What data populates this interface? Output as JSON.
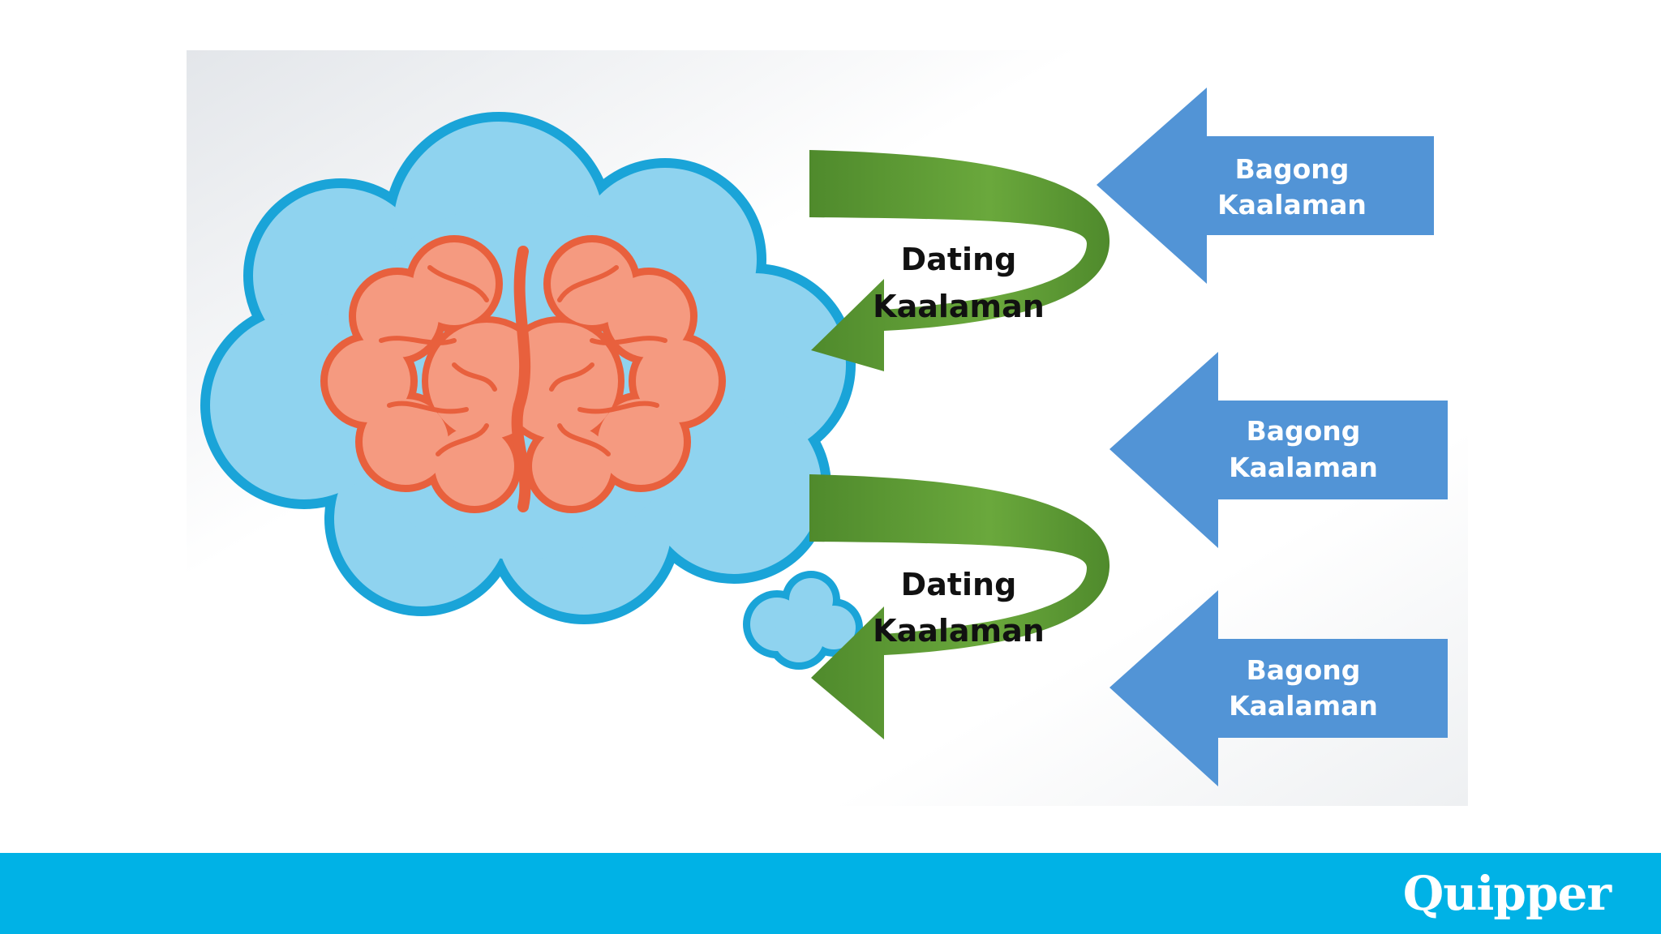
{
  "diagram": {
    "old_knowledge_top": [
      "Dating",
      "Kaalaman"
    ],
    "old_knowledge_bottom": [
      "Dating",
      "Kaalaman"
    ],
    "new_knowledge_1": [
      "Bagong",
      "Kaalaman"
    ],
    "new_knowledge_2": [
      "Bagong",
      "Kaalaman"
    ],
    "new_knowledge_3": [
      "Bagong",
      "Kaalaman"
    ]
  },
  "footer": {
    "brand": "Quipper"
  },
  "colors": {
    "footer": "#00b2e6",
    "cloud_fill": "#8fd3ef",
    "cloud_outline": "#1aa4d8",
    "brain_fill": "#f59a80",
    "brain_outline": "#e8603d",
    "green_arrow": "#5f9a35",
    "blue_arrow": "#5294d6"
  },
  "icons": [
    "brain-icon",
    "thought-cloud",
    "curved-arrow",
    "left-arrow"
  ]
}
